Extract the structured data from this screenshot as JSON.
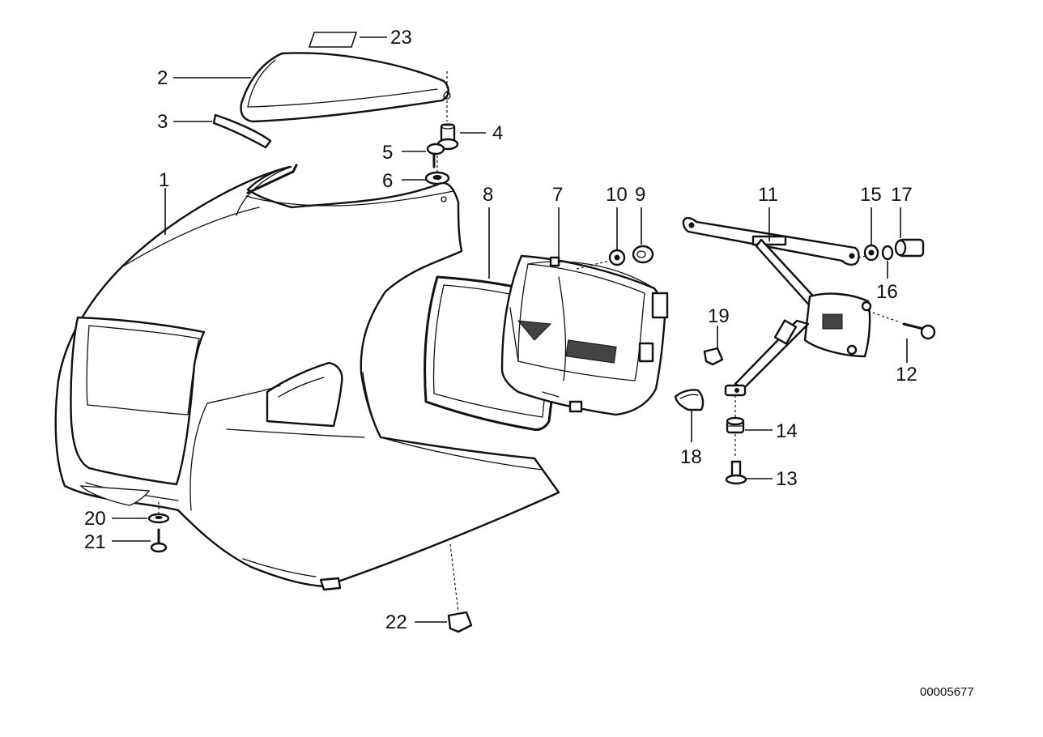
{
  "diagram": {
    "callouts": [
      {
        "id": "1",
        "text": "1"
      },
      {
        "id": "2",
        "text": "2"
      },
      {
        "id": "3",
        "text": "3"
      },
      {
        "id": "4",
        "text": "4"
      },
      {
        "id": "5",
        "text": "5"
      },
      {
        "id": "6",
        "text": "6"
      },
      {
        "id": "7",
        "text": "7"
      },
      {
        "id": "8",
        "text": "8"
      },
      {
        "id": "9",
        "text": "9"
      },
      {
        "id": "10",
        "text": "10"
      },
      {
        "id": "11",
        "text": "11"
      },
      {
        "id": "12",
        "text": "12"
      },
      {
        "id": "13",
        "text": "13"
      },
      {
        "id": "14",
        "text": "14"
      },
      {
        "id": "15",
        "text": "15"
      },
      {
        "id": "16",
        "text": "16"
      },
      {
        "id": "17",
        "text": "17"
      },
      {
        "id": "18",
        "text": "18"
      },
      {
        "id": "19",
        "text": "19"
      },
      {
        "id": "20",
        "text": "20"
      },
      {
        "id": "21",
        "text": "21"
      },
      {
        "id": "22",
        "text": "22"
      },
      {
        "id": "23",
        "text": "23"
      }
    ],
    "document_id": "00005677"
  }
}
